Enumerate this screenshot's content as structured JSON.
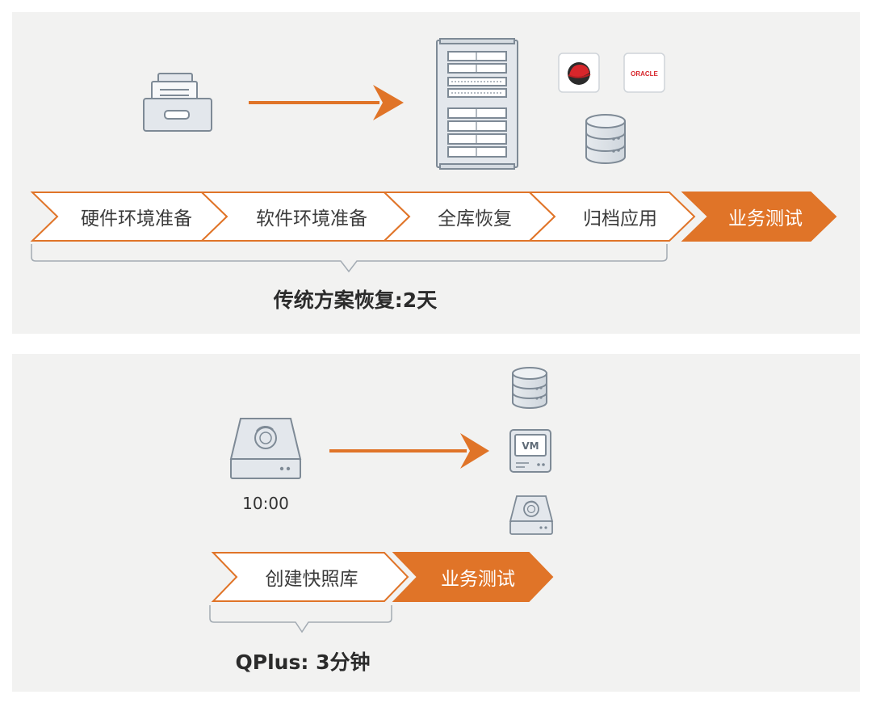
{
  "colors": {
    "accent": "#e07428",
    "panel_bg": "#f2f2f1",
    "icon_stroke": "#7e8a96",
    "icon_fill": "#e3e7ec"
  },
  "top": {
    "icons": [
      "archive-drawer-icon",
      "arrow-right-icon",
      "server-rack-icon",
      "redhat-logo-icon",
      "oracle-logo-icon",
      "database-icon"
    ],
    "oracle_logo_text": "ORACLE",
    "steps": [
      {
        "label": "硬件环境准备",
        "active": false
      },
      {
        "label": "软件环境准备",
        "active": false
      },
      {
        "label": "全库恢复",
        "active": false
      },
      {
        "label": "归档应用",
        "active": false
      },
      {
        "label": "业务测试",
        "active": true
      }
    ],
    "summary": "传统方案恢复:2天"
  },
  "bottom": {
    "icons": [
      "snapshot-disk-icon",
      "arrow-right-icon",
      "database-icon",
      "vm-icon",
      "snapshot-disk-icon"
    ],
    "vm_text": "VM",
    "time": "10:00",
    "steps": [
      {
        "label": "创建快照库",
        "active": false
      },
      {
        "label": "业务测试",
        "active": true
      }
    ],
    "summary": "QPlus: 3分钟"
  }
}
